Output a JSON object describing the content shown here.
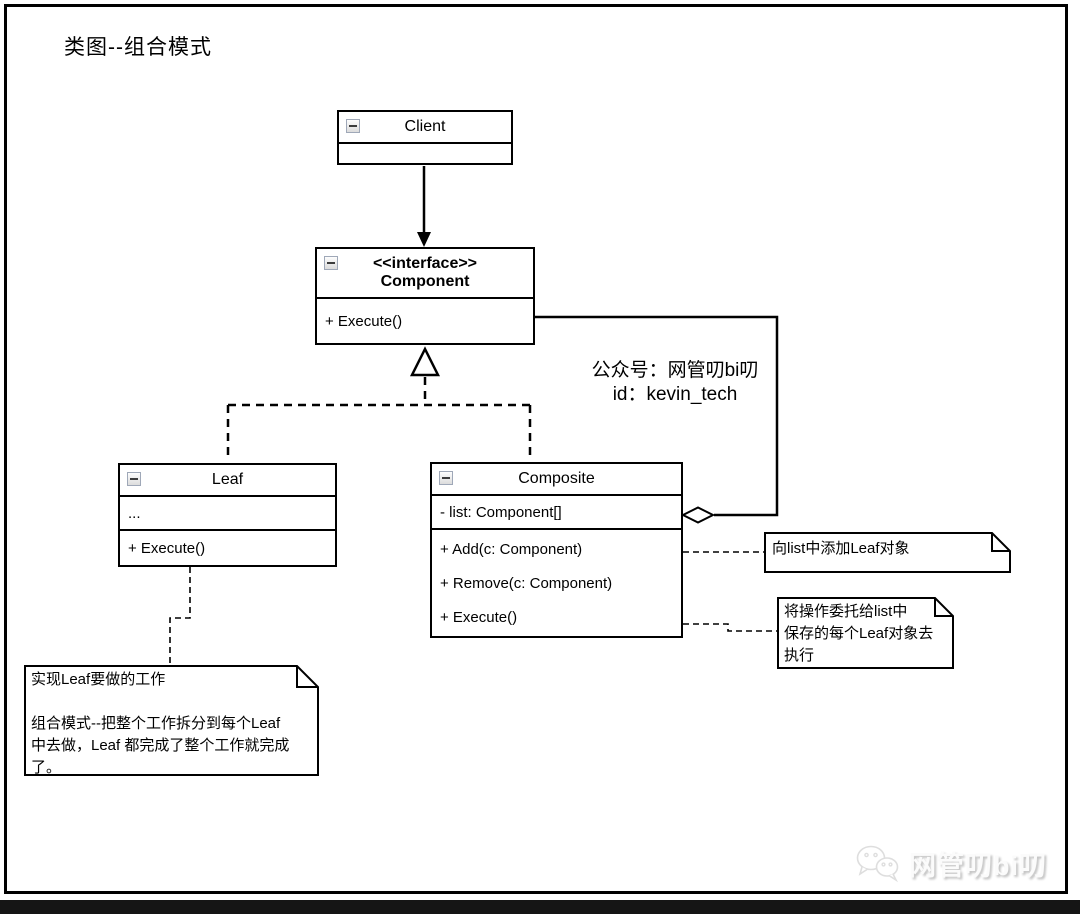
{
  "title": "类图--组合模式",
  "classes": {
    "client": {
      "name": "Client"
    },
    "component": {
      "stereotype": "<<interface>>",
      "name": "Component",
      "methods": [
        "+ Execute()"
      ]
    },
    "leaf": {
      "name": "Leaf",
      "attributes": [
        "..."
      ],
      "methods": [
        "+ Execute()"
      ]
    },
    "composite": {
      "name": "Composite",
      "attributes": [
        "- list: Component[]"
      ],
      "methods": [
        "+ Add(c: Component)",
        "+ Remove(c: Component)",
        "+ Execute()"
      ]
    }
  },
  "notes": {
    "add_note": "向list中添加Leaf对象",
    "execute_note": "将操作委托给list中\n保存的每个Leaf对象去\n执行",
    "leaf_note": "实现Leaf要做的工作\n\n组合模式--把整个工作拆分到每个Leaf\n中去做，Leaf 都完成了整个工作就完成\n了。"
  },
  "watermark_center": {
    "line1": "公众号：网管叨bi叨",
    "line2": "id：kevin_tech"
  },
  "watermark_footer": "网管叨bi叨",
  "colors": {
    "diagram_stroke": "#000000",
    "watermark_gray": "#e0e0e0",
    "bottom_bar": "#151515"
  }
}
